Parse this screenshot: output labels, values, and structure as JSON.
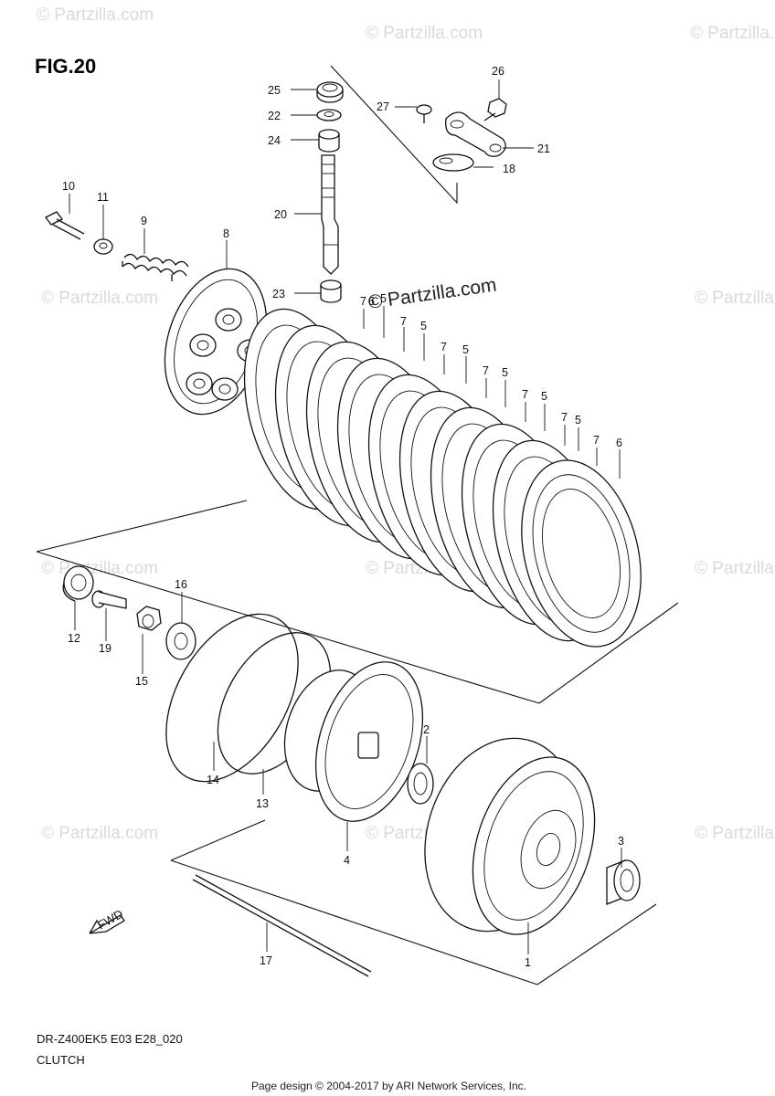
{
  "figure": {
    "title": "FIG.20",
    "model_code": "DR-Z400EK5 E03 E28_020",
    "section_name": "CLUTCH",
    "fwd_label": "FWD"
  },
  "watermark": {
    "brand_text": "© Partzilla.com",
    "center_text": "© Partzilla.com"
  },
  "footer": {
    "credit": "Page design © 2004-2017 by ARI Network Services, Inc."
  },
  "callouts": [
    {
      "id": "c25",
      "label": "25"
    },
    {
      "id": "c22",
      "label": "22"
    },
    {
      "id": "c24",
      "label": "24"
    },
    {
      "id": "c20",
      "label": "20"
    },
    {
      "id": "c23",
      "label": "23"
    },
    {
      "id": "c26",
      "label": "26"
    },
    {
      "id": "c27",
      "label": "27"
    },
    {
      "id": "c21",
      "label": "21"
    },
    {
      "id": "c18",
      "label": "18"
    },
    {
      "id": "c10",
      "label": "10"
    },
    {
      "id": "c11",
      "label": "11"
    },
    {
      "id": "c9",
      "label": "9"
    },
    {
      "id": "c8",
      "label": "8"
    },
    {
      "id": "c7a",
      "label": "7"
    },
    {
      "id": "c5a",
      "label": "5"
    },
    {
      "id": "c6a",
      "label": "6"
    },
    {
      "id": "c7b",
      "label": "7"
    },
    {
      "id": "c5b",
      "label": "5"
    },
    {
      "id": "c7c",
      "label": "7"
    },
    {
      "id": "c5c",
      "label": "5"
    },
    {
      "id": "c7d",
      "label": "7"
    },
    {
      "id": "c5d",
      "label": "5"
    },
    {
      "id": "c7e",
      "label": "7"
    },
    {
      "id": "c5e",
      "label": "5"
    },
    {
      "id": "c7f",
      "label": "7"
    },
    {
      "id": "c5f",
      "label": "5"
    },
    {
      "id": "c7g",
      "label": "7"
    },
    {
      "id": "c6b",
      "label": "6"
    },
    {
      "id": "c16",
      "label": "16"
    },
    {
      "id": "c12",
      "label": "12"
    },
    {
      "id": "c19",
      "label": "19"
    },
    {
      "id": "c15",
      "label": "15"
    },
    {
      "id": "c2",
      "label": "2"
    },
    {
      "id": "c14",
      "label": "14"
    },
    {
      "id": "c13",
      "label": "13"
    },
    {
      "id": "c4",
      "label": "4"
    },
    {
      "id": "c3",
      "label": "3"
    },
    {
      "id": "c17",
      "label": "17"
    },
    {
      "id": "c1",
      "label": "1"
    }
  ]
}
